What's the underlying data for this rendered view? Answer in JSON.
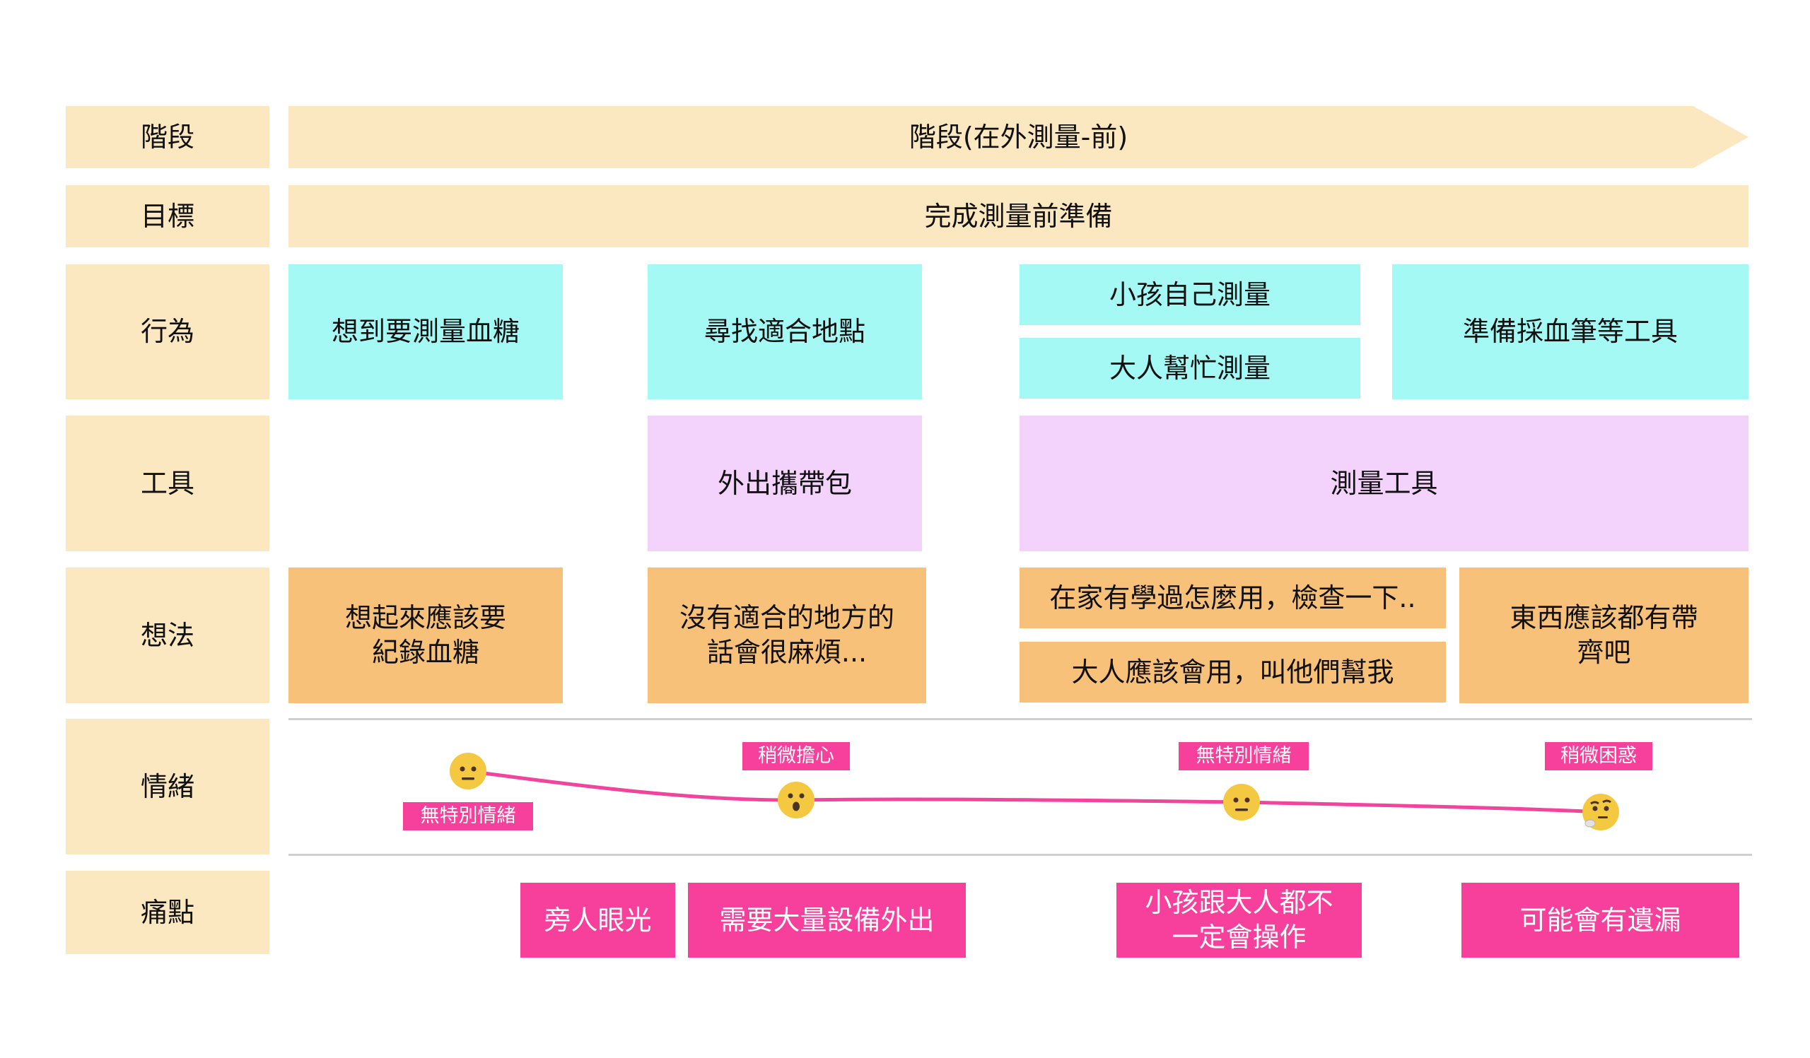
{
  "rows": {
    "stage": "階段",
    "goal": "目標",
    "action": "行為",
    "tool": "工具",
    "thought": "想法",
    "emotion": "情緒",
    "pain": "痛點"
  },
  "stage_text": "階段(在外測量-前)",
  "goal_text": "完成測量前準備",
  "actions": {
    "a1": "想到要測量血糖",
    "a2": "尋找適合地點",
    "a3": "小孩自己測量",
    "a4": "大人幫忙測量",
    "a5": "準備採血筆等工具"
  },
  "tools": {
    "t1": "外出攜帶包",
    "t2": "測量工具"
  },
  "thoughts": {
    "h1_line1": "想起來應該要",
    "h1_line2": "紀錄血糖",
    "h2_line1": "沒有適合的地方的",
    "h2_line2": "話會很麻煩...",
    "h3": "在家有學過怎麼用，檢查一下..",
    "h4": "大人應該會用，叫他們幫我",
    "h5_line1": "東西應該都有帶",
    "h5_line2": "齊吧"
  },
  "emotions": {
    "e1": "無特別情緒",
    "e2": "稍微擔心",
    "e3": "無特別情緒",
    "e4": "稍微困惑",
    "icons": [
      "neutral-face-icon",
      "surprised-face-icon",
      "neutral-face-icon",
      "thinking-face-icon"
    ]
  },
  "pains": {
    "p1": "旁人眼光",
    "p2": "需要大量設備外出",
    "p3_line1": "小孩跟大人都不",
    "p3_line2": "一定會操作",
    "p4": "可能會有遺漏"
  },
  "colors": {
    "label_bg": "#fbe7c0",
    "action_bg": "#a5f9f5",
    "tool_bg": "#f3d3fb",
    "thought_bg": "#f7c179",
    "pain_bg": "#f7409b",
    "curve": "#f0449d",
    "face": "#f5c842"
  }
}
